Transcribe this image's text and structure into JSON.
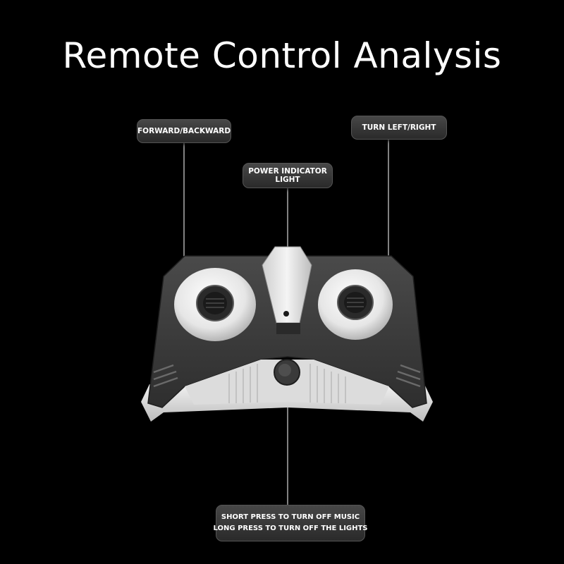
{
  "title": "Remote Control Analysis",
  "labels": {
    "forward_backward": "FORWARD/BACKWARD",
    "turn_left_right": "TURN LEFT/RIGHT",
    "power_indicator": [
      "POWER INDICATOR",
      "LIGHT"
    ],
    "button_function": [
      "SHORT PRESS TO TURN OFF MUSIC",
      "LONG PRESS TO TURN OFF THE LIGHTS"
    ]
  },
  "colors": {
    "background": "#000000",
    "body_dark": "#3a3a3a",
    "body_light": "#e8e8e8",
    "stick_white": "#f0f0f0",
    "label_bg": "#383838"
  }
}
